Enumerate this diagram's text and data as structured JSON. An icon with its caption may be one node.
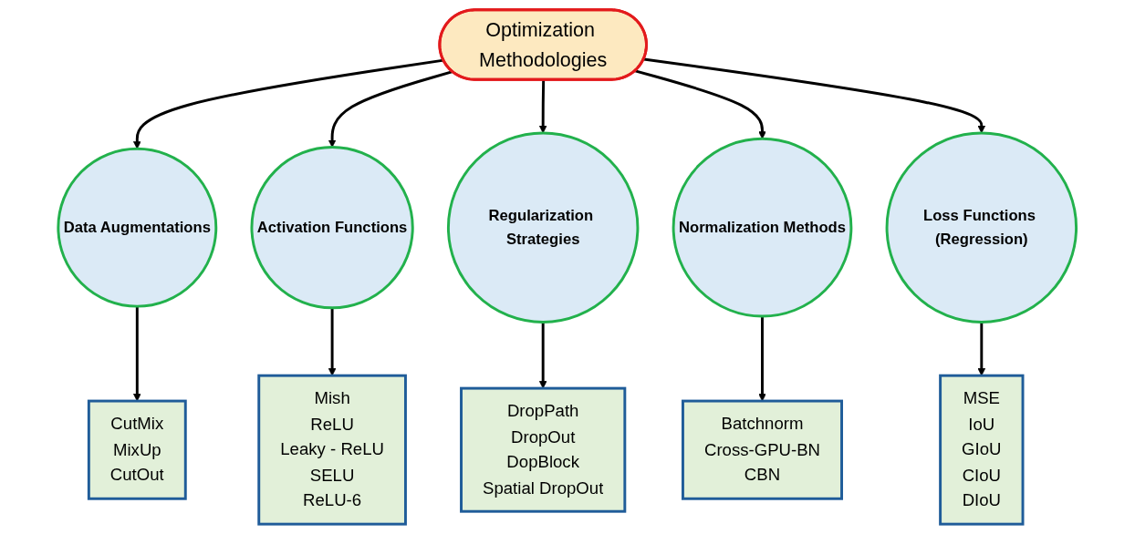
{
  "diagram": {
    "nodes": [
      {
        "text": [
          "Optimization Methodologies"
        ]
      },
      {
        "text": [
          "Data Augmentations"
        ]
      },
      {
        "text": [
          "Activation Functions"
        ]
      },
      {
        "text": [
          "Regularization Strategies"
        ]
      },
      {
        "text": [
          "Normalization Methods"
        ]
      },
      {
        "text": [
          "Loss Functions (Regression)"
        ]
      },
      {
        "text": [
          "CutMix",
          "MixUp",
          "CutOut"
        ]
      },
      {
        "text": [
          "Mish",
          "ReLU",
          "Leaky - ReLU",
          "SELU",
          "ReLU-6"
        ]
      },
      {
        "text": [
          "DropPath",
          "DropOut",
          "DopBlock",
          "Spatial DropOut"
        ]
      },
      {
        "text": [
          "Batchnorm",
          "Cross-GPU-BN",
          "CBN"
        ]
      },
      {
        "text": [
          "MSE",
          "IoU",
          "GIoU",
          "CIoU",
          "DIoU"
        ]
      }
    ],
    "edges": [
      {
        "from": 0,
        "to": 1,
        "arrow": "to"
      },
      {
        "from": 0,
        "to": 2,
        "arrow": "to"
      },
      {
        "from": 0,
        "to": 3,
        "arrow": "to"
      },
      {
        "from": 0,
        "to": 4,
        "arrow": "to"
      },
      {
        "from": 0,
        "to": 5,
        "arrow": "to"
      },
      {
        "from": 1,
        "to": 6,
        "arrow": "to"
      },
      {
        "from": 2,
        "to": 7,
        "arrow": "to"
      },
      {
        "from": 3,
        "to": 8,
        "arrow": "to"
      },
      {
        "from": 4,
        "to": 9,
        "arrow": "to"
      },
      {
        "from": 5,
        "to": 10,
        "arrow": "to"
      }
    ]
  }
}
